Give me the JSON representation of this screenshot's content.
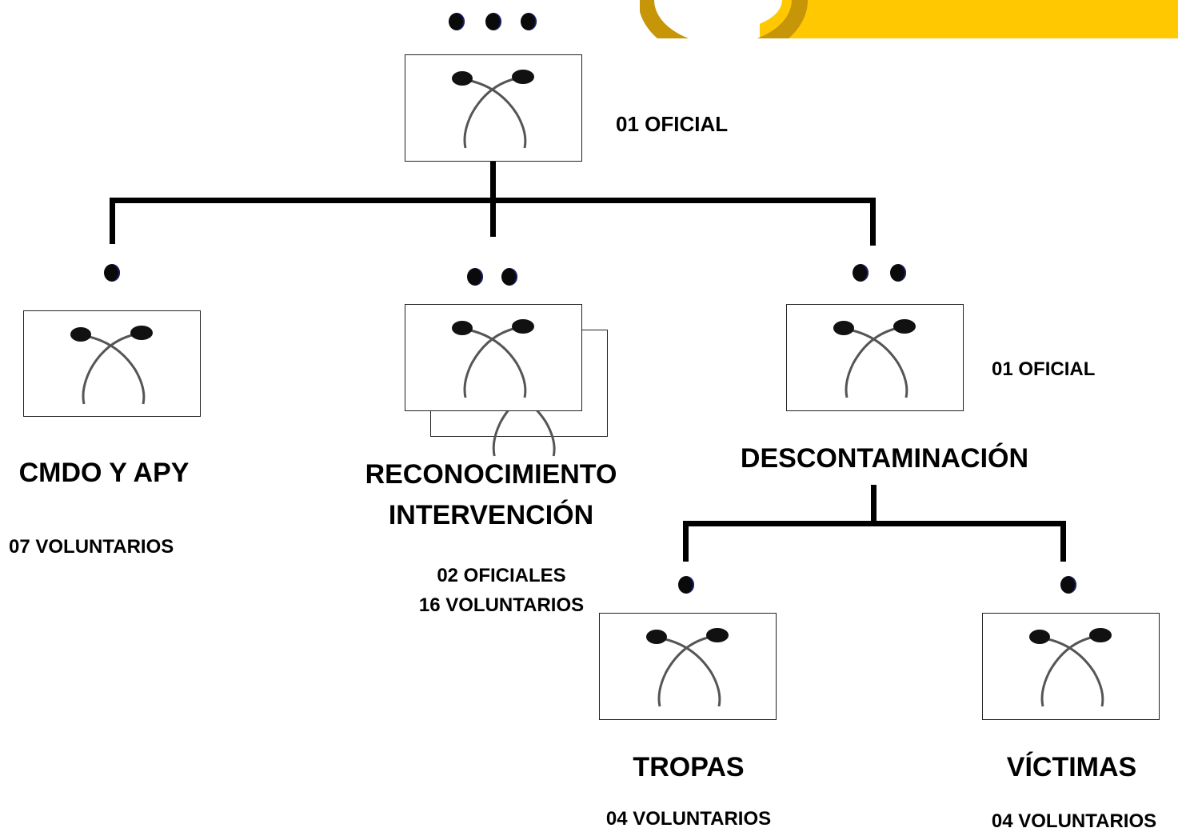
{
  "top": {
    "count_label": "01 OFICIAL"
  },
  "nodes": {
    "cmdo": {
      "title": "CMDO Y APY",
      "count": "07 VOLUNTARIOS"
    },
    "reconocimiento": {
      "title_line1": "RECONOCIMIENTO",
      "title_line2": "INTERVENCIÓN",
      "count_line1": "02 OFICIALES",
      "count_line2": "16 VOLUNTARIOS"
    },
    "descontaminacion": {
      "title": "DESCONTAMINACIÓN",
      "count": "01 OFICIAL"
    },
    "tropas": {
      "title": "TROPAS",
      "count": "04 VOLUNTARIOS"
    },
    "victimas": {
      "title": "VÍCTIMAS",
      "count": "04 VOLUNTARIOS"
    }
  },
  "icons": {
    "unit_symbol": "crossed-tubes-icon",
    "rank_dot": "rank-dot-icon"
  },
  "colors": {
    "accent_yellow": "#FFC800",
    "accent_ring": "#C69508",
    "dot": "#0a0a0a",
    "line": "#000000"
  }
}
